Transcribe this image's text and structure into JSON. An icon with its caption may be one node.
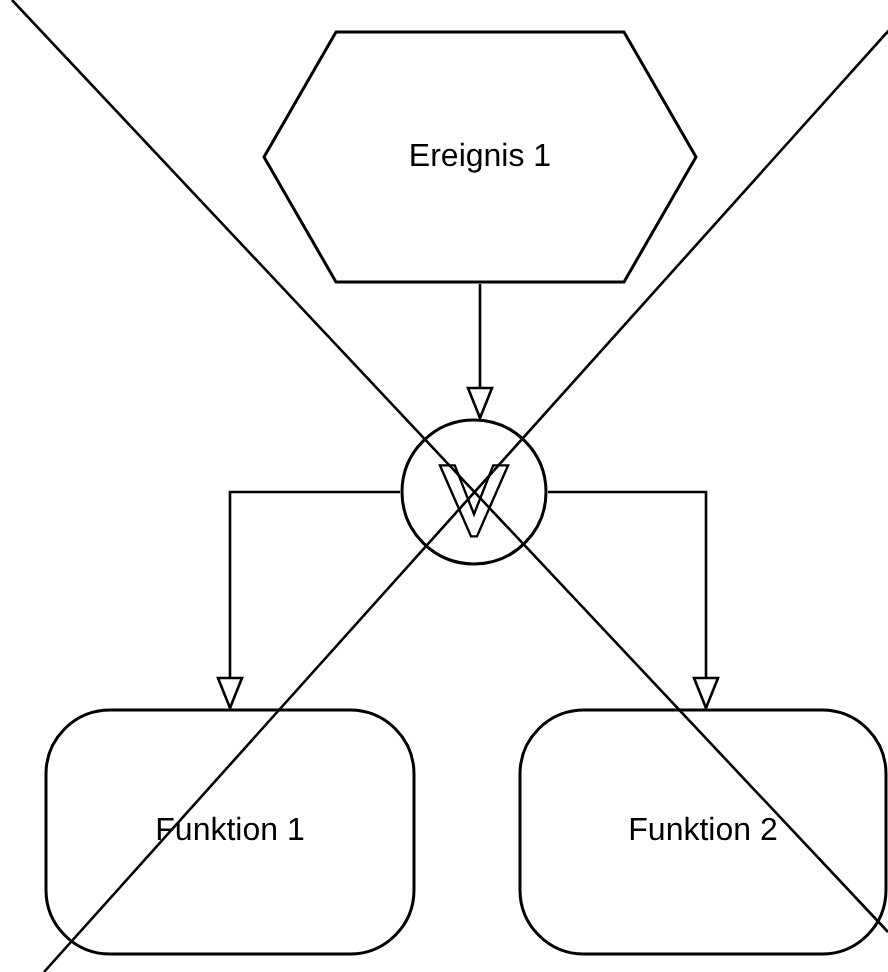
{
  "diagram": {
    "nodes": [
      {
        "text": [
          "Ereignis 1"
        ]
      },
      {
        "text": [],
        "shape": "circle"
      },
      {
        "text": [
          "Funktion 1"
        ]
      },
      {
        "text": [
          "Funktion 2"
        ]
      }
    ],
    "edges": [
      {
        "from": 0,
        "to": 1,
        "arrow": "to"
      },
      {
        "from": 1,
        "to": 2,
        "arrow": "to"
      },
      {
        "from": 1,
        "to": 3,
        "arrow": "to"
      }
    ]
  }
}
